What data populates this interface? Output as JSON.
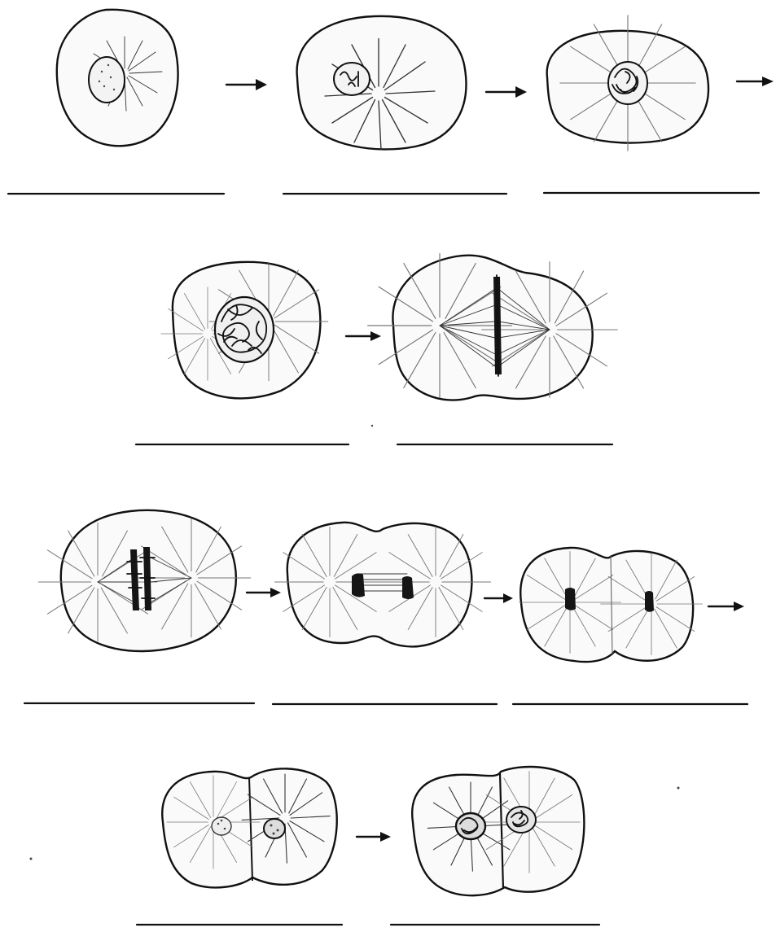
{
  "stages": [
    {
      "row": 1,
      "label": ""
    },
    {
      "row": 1,
      "label": ""
    },
    {
      "row": 1,
      "label": ""
    },
    {
      "row": 2,
      "label": ""
    },
    {
      "row": 2,
      "label": ""
    },
    {
      "row": 3,
      "label": ""
    },
    {
      "row": 3,
      "label": ""
    },
    {
      "row": 3,
      "label": ""
    },
    {
      "row": 4,
      "label": ""
    },
    {
      "row": 4,
      "label": ""
    }
  ],
  "arrow_count": 8,
  "blank_line_count": 10,
  "colors": {
    "ink": "#111111",
    "paper": "#ffffff"
  }
}
